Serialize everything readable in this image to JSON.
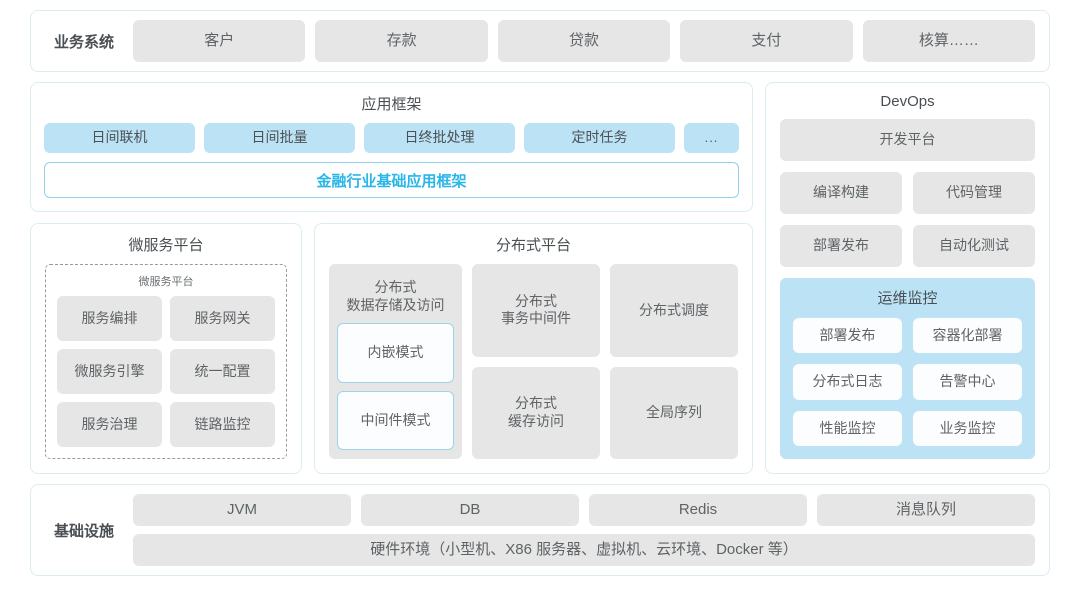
{
  "business_systems": {
    "label": "业务系统",
    "items": [
      "客户",
      "存款",
      "贷款",
      "支付",
      "核算……"
    ]
  },
  "app_framework": {
    "title": "应用框架",
    "items": [
      "日间联机",
      "日间批量",
      "日终批处理",
      "定时任务",
      "..."
    ],
    "footer": "金融行业基础应用框架",
    "accent_color": "#29b6e8"
  },
  "microservice_platform": {
    "title": "微服务平台",
    "subtitle": "微服务平台",
    "items": [
      "服务编排",
      "服务网关",
      "微服务引擎",
      "统一配置",
      "服务治理",
      "链路监控"
    ]
  },
  "distributed_platform": {
    "title": "分布式平台",
    "storage": {
      "title": "分布式\n数据存储及访问",
      "title_line1": "分布式",
      "title_line2": "数据存储及访问",
      "modes": [
        "内嵌模式",
        "中间件模式"
      ]
    },
    "cells": [
      {
        "line1": "分布式",
        "line2": "事务中间件"
      },
      {
        "line1": "分布式调度",
        "line2": ""
      },
      {
        "line1": "分布式",
        "line2": "缓存访问"
      },
      {
        "line1": "全局序列",
        "line2": ""
      }
    ]
  },
  "devops": {
    "title": "DevOps",
    "platform": "开发平台",
    "pairs": [
      [
        "编译构建",
        "代码管理"
      ],
      [
        "部署发布",
        "自动化测试"
      ]
    ],
    "ops_monitor": {
      "title": "运维监控",
      "items": [
        "部署发布",
        "容器化部署",
        "分布式日志",
        "告警中心",
        "性能监控",
        "业务监控"
      ],
      "background_color": "#bce3f5"
    }
  },
  "infrastructure": {
    "label": "基础设施",
    "items": [
      "JVM",
      "DB",
      "Redis",
      "消息队列"
    ],
    "hardware": "硬件环境（小型机、X86 服务器、虚拟机、云环境、Docker 等）"
  },
  "theme": {
    "chip_gray": "#e6e6e6",
    "chip_blue": "#bce3f5",
    "panel_border": "#dcecf2"
  }
}
